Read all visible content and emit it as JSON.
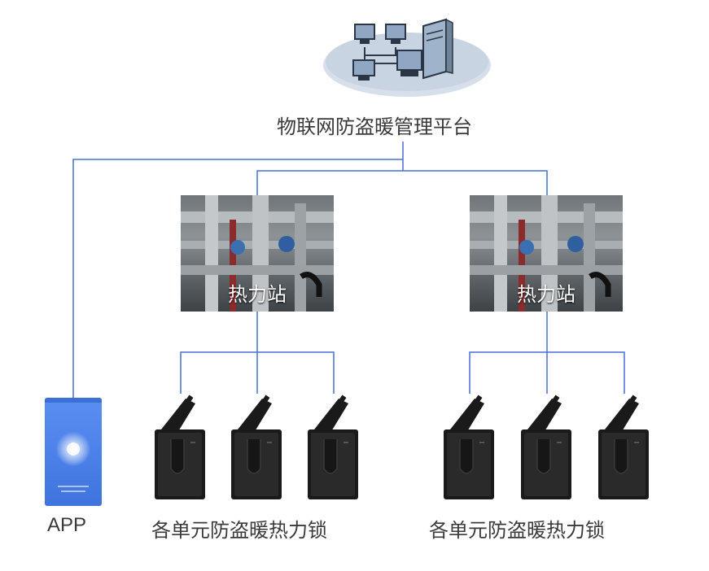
{
  "platform": {
    "label": "物联网防盗暖管理平台",
    "icon": "network-computers-icon"
  },
  "stations": [
    {
      "label": "热力站",
      "icon": "heat-station-photo"
    },
    {
      "label": "热力站",
      "icon": "heat-station-photo"
    }
  ],
  "app": {
    "label": "APP",
    "icon": "mobile-app-screen"
  },
  "lock_groups": [
    {
      "label": "各单元防盗暖热力锁",
      "lock_count": 3,
      "icon": "heating-lock-icon"
    },
    {
      "label": "各单元防盗暖热力锁",
      "lock_count": 3,
      "icon": "heating-lock-icon"
    }
  ],
  "colors": {
    "connector": "#4a6fd1",
    "lock_body": "#1a1a1a",
    "phone": "#4a7fe8",
    "ellipse": "#c9d4e3"
  }
}
